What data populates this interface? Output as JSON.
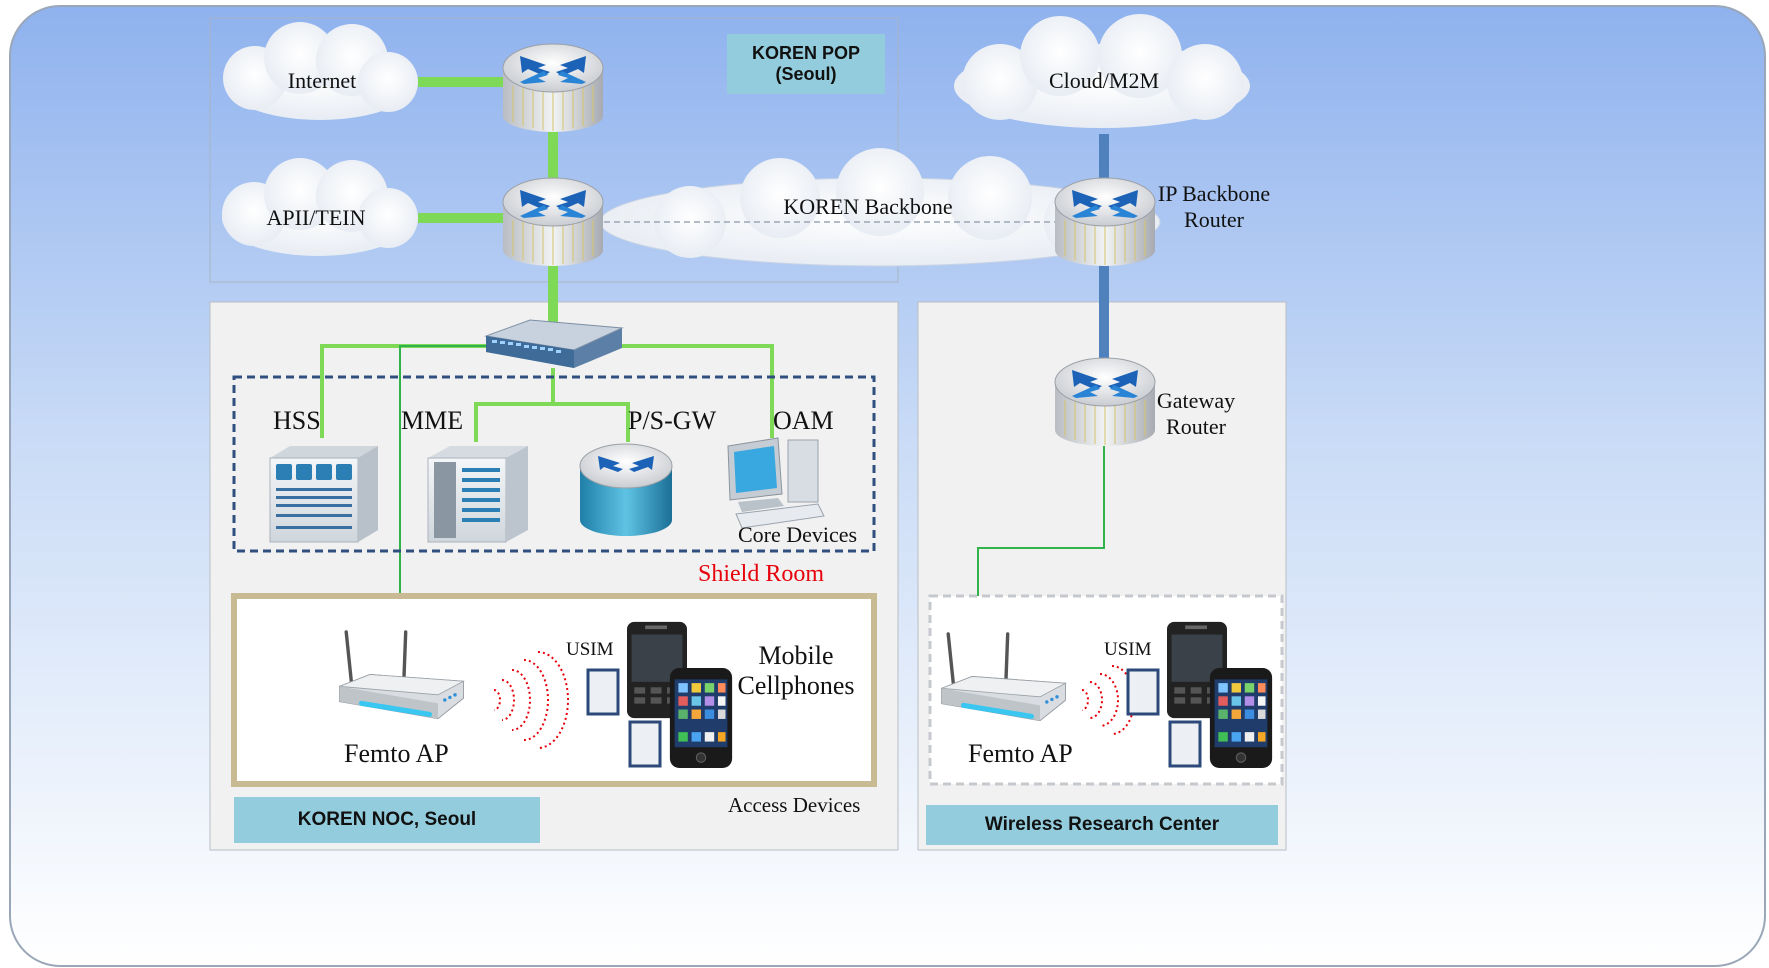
{
  "colors": {
    "bg_top": "#8fb2ee",
    "bg_bottom": "#ffffff",
    "green_link": "#7ed957",
    "blue_link": "#4f81bd",
    "badge_fill": "#93cddd",
    "shield_text": "#e8000b",
    "core_border": "#2f4f7f",
    "access_border": "#c8bb94"
  },
  "clouds": {
    "internet": "Internet",
    "apii": "APII/TEIN",
    "cloud_m2m": "Cloud/M2M",
    "backbone": "KOREN Backbone"
  },
  "badges": {
    "pop_line1": "KOREN POP",
    "pop_line2": "(Seoul)",
    "noc": "KOREN NOC, Seoul",
    "wrc": "Wireless Research Center"
  },
  "routers": {
    "ip_backbone_line1": "IP Backbone",
    "ip_backbone_line2": "Router",
    "gateway_line1": "Gateway",
    "gateway_line2": "Router"
  },
  "core": {
    "hss": "HSS",
    "mme": "MME",
    "psgw": "P/S-GW",
    "oam": "OAM",
    "title": "Core Devices"
  },
  "shield_room": "Shield Room",
  "access": {
    "usim": "USIM",
    "mobile_line1": "Mobile",
    "mobile_line2": "Cellphones",
    "femto": "Femto AP",
    "title": "Access Devices"
  },
  "wrc_area": {
    "usim": "USIM",
    "femto": "Femto AP"
  },
  "icons": [
    "router-icon",
    "switch-icon",
    "server-icon",
    "computer-icon",
    "femto-router-icon",
    "cellphone-icon",
    "sim-card-icon",
    "wireless-signal-icon",
    "cloud-icon"
  ]
}
